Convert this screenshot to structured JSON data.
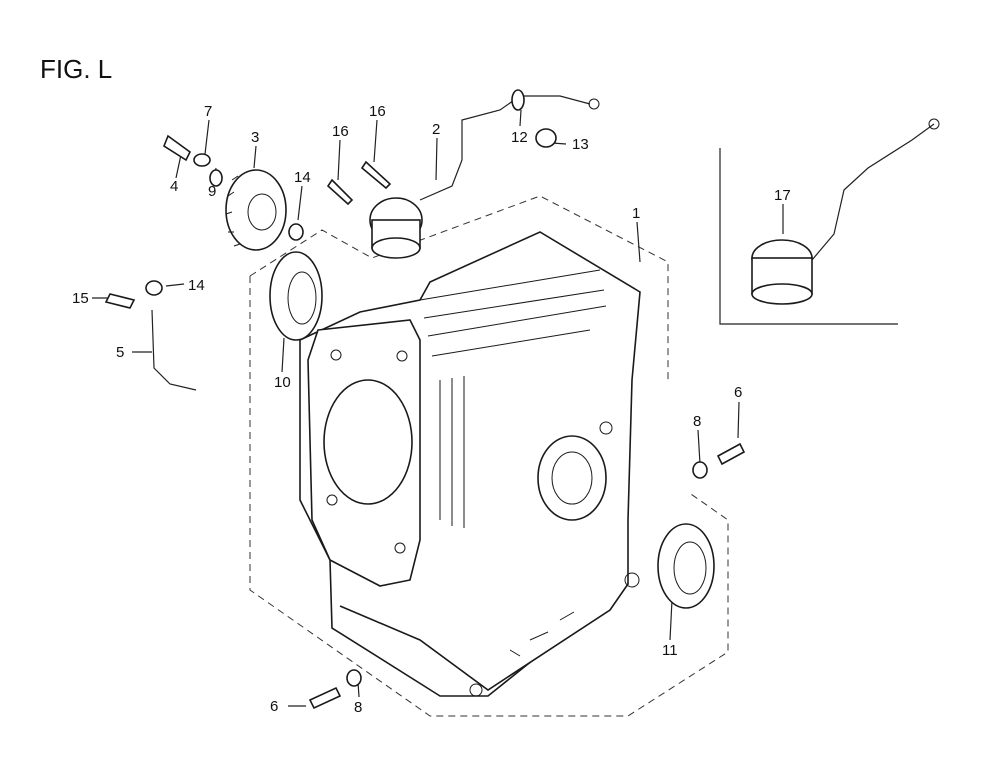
{
  "figure": {
    "title": "FIG. L"
  },
  "callouts": [
    {
      "id": "c1",
      "label": "1"
    },
    {
      "id": "c2",
      "label": "2"
    },
    {
      "id": "c3",
      "label": "3"
    },
    {
      "id": "c4",
      "label": "4"
    },
    {
      "id": "c5",
      "label": "5"
    },
    {
      "id": "c6a",
      "label": "6"
    },
    {
      "id": "c6b",
      "label": "6"
    },
    {
      "id": "c7",
      "label": "7"
    },
    {
      "id": "c8a",
      "label": "8"
    },
    {
      "id": "c8b",
      "label": "8"
    },
    {
      "id": "c9",
      "label": "9"
    },
    {
      "id": "c10",
      "label": "10"
    },
    {
      "id": "c11",
      "label": "11"
    },
    {
      "id": "c12",
      "label": "12"
    },
    {
      "id": "c13",
      "label": "13"
    },
    {
      "id": "c14a",
      "label": "14"
    },
    {
      "id": "c14b",
      "label": "14"
    },
    {
      "id": "c15",
      "label": "15"
    },
    {
      "id": "c16a",
      "label": "16"
    },
    {
      "id": "c16b",
      "label": "16"
    },
    {
      "id": "c17",
      "label": "17"
    }
  ]
}
